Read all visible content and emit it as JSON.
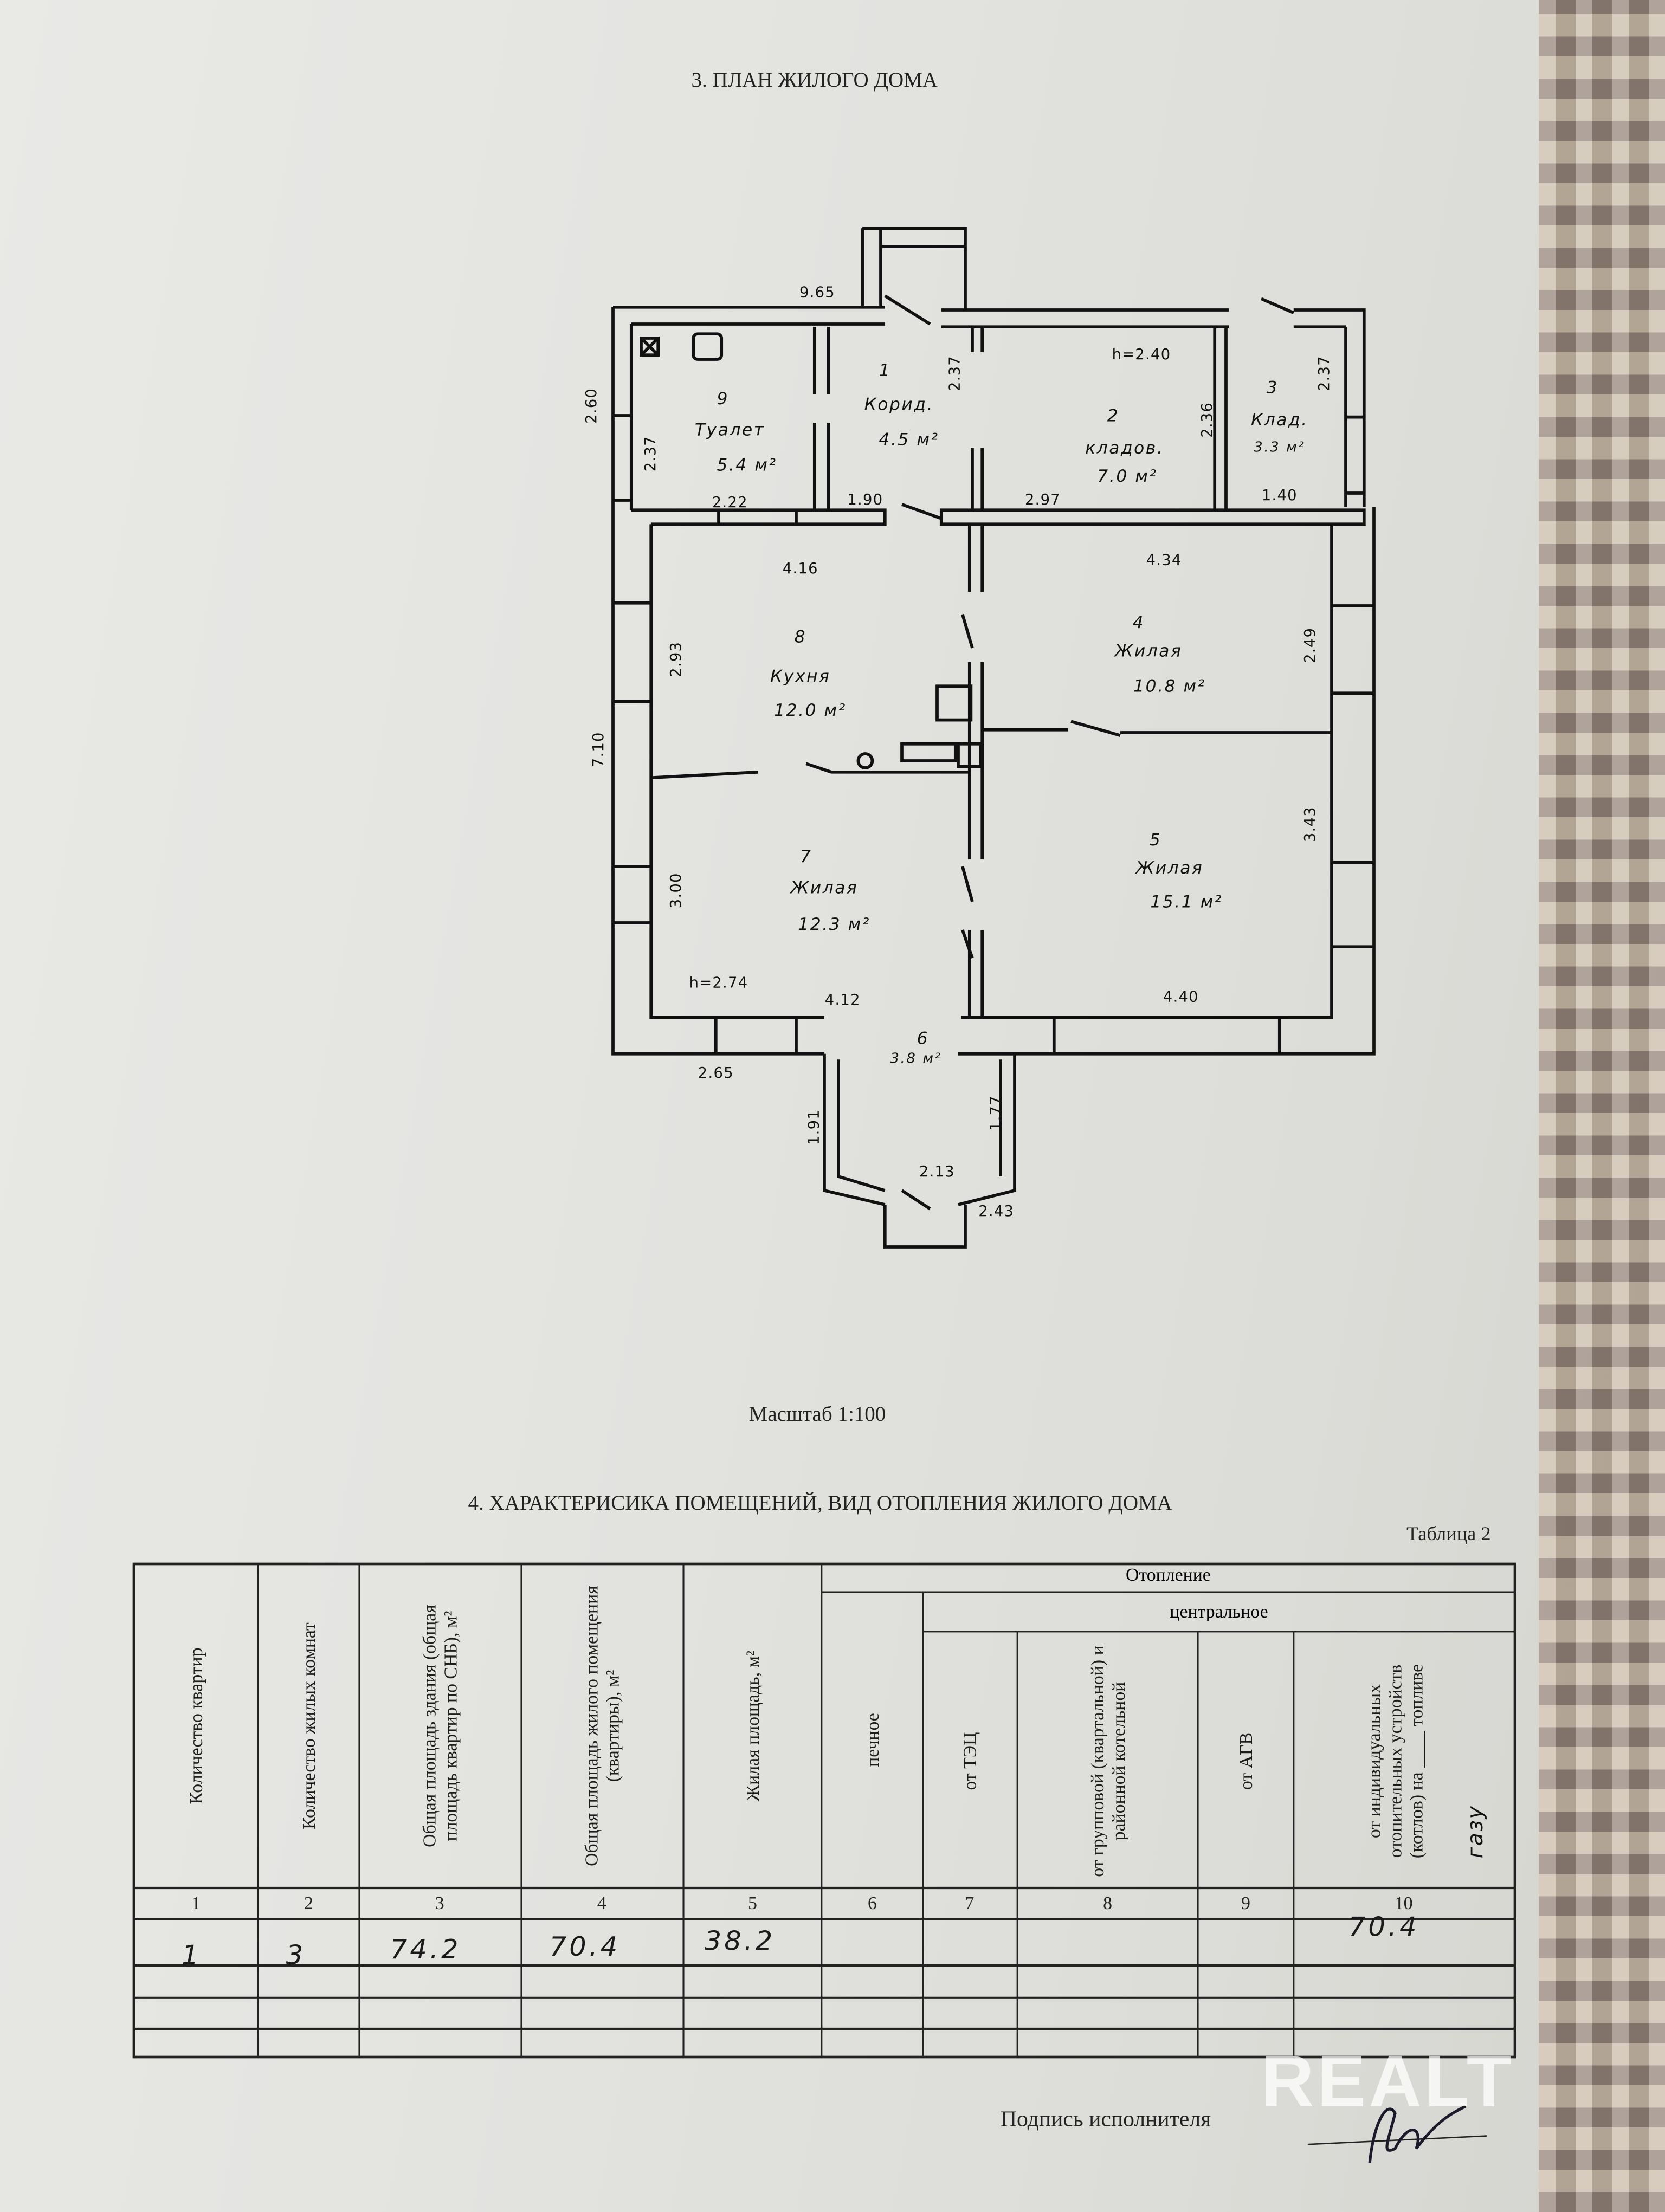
{
  "plan": {
    "title": "3. ПЛАН ЖИЛОГО ДОМА",
    "scale": "Масштаб 1:100",
    "rooms": [
      {
        "num": "9",
        "name": "Туалет",
        "area": "5.4 м²"
      },
      {
        "num": "1",
        "name": "Корид.",
        "area": "4.5 м²"
      },
      {
        "num": "2",
        "name": "кладов.",
        "area": "7.0 м²"
      },
      {
        "num": "3",
        "name": "Клад.",
        "area": "3.3 м²"
      },
      {
        "num": "8",
        "name": "Кухня",
        "area": "12.0 м²"
      },
      {
        "num": "4",
        "name": "Жилая",
        "area": "10.8 м²"
      },
      {
        "num": "7",
        "name": "Жилая",
        "area": "12.3 м²"
      },
      {
        "num": "5",
        "name": "Жилая",
        "area": "15.1 м²"
      },
      {
        "num": "6",
        "name": "",
        "area": "3.8 м²"
      }
    ],
    "heights": [
      "h=2.40",
      "h=2.74"
    ],
    "dims": [
      "9.65",
      "2.60",
      "2.37",
      "2.37",
      "2.36",
      "2.37",
      "2.22",
      "1.90",
      "2.97",
      "1.40",
      "4.16",
      "4.34",
      "2.93",
      "2.49",
      "7.10",
      "3.43",
      "3.00",
      "4.12",
      "4.40",
      "2.65",
      "1.91",
      "1.77",
      "2.13",
      "2.43"
    ]
  },
  "section4": {
    "title": "4. ХАРАКТЕРИСИКА ПОМЕЩЕНИЙ, ВИД ОТОПЛЕНИЯ ЖИЛОГО ДОМА",
    "table_label": "Таблица 2",
    "group_heating": "Отопление",
    "group_central": "центральное",
    "headers": [
      "Количество квартир",
      "Количество жилых комнат",
      "Общая площадь здания (общая площадь квартир по СНБ), м²",
      "Общая площадь жилого помещения (квартиры), м²",
      "Жилая площадь, м²",
      "печное",
      "от ТЭЦ",
      "от групповой (квартальной) и районной котельной",
      "от АГВ",
      "от индивидуальных отопительных устройств (котлов) на ____ топливе"
    ],
    "handwritten_fuel": "газу",
    "column_numbers": [
      "1",
      "2",
      "3",
      "4",
      "5",
      "6",
      "7",
      "8",
      "9",
      "10"
    ],
    "row": [
      "1",
      "3",
      "74.2",
      "70.4",
      "38.2",
      "",
      "",
      "",
      "",
      "70.4"
    ]
  },
  "signature_label": "Подпись исполнителя",
  "watermark": "REALT"
}
